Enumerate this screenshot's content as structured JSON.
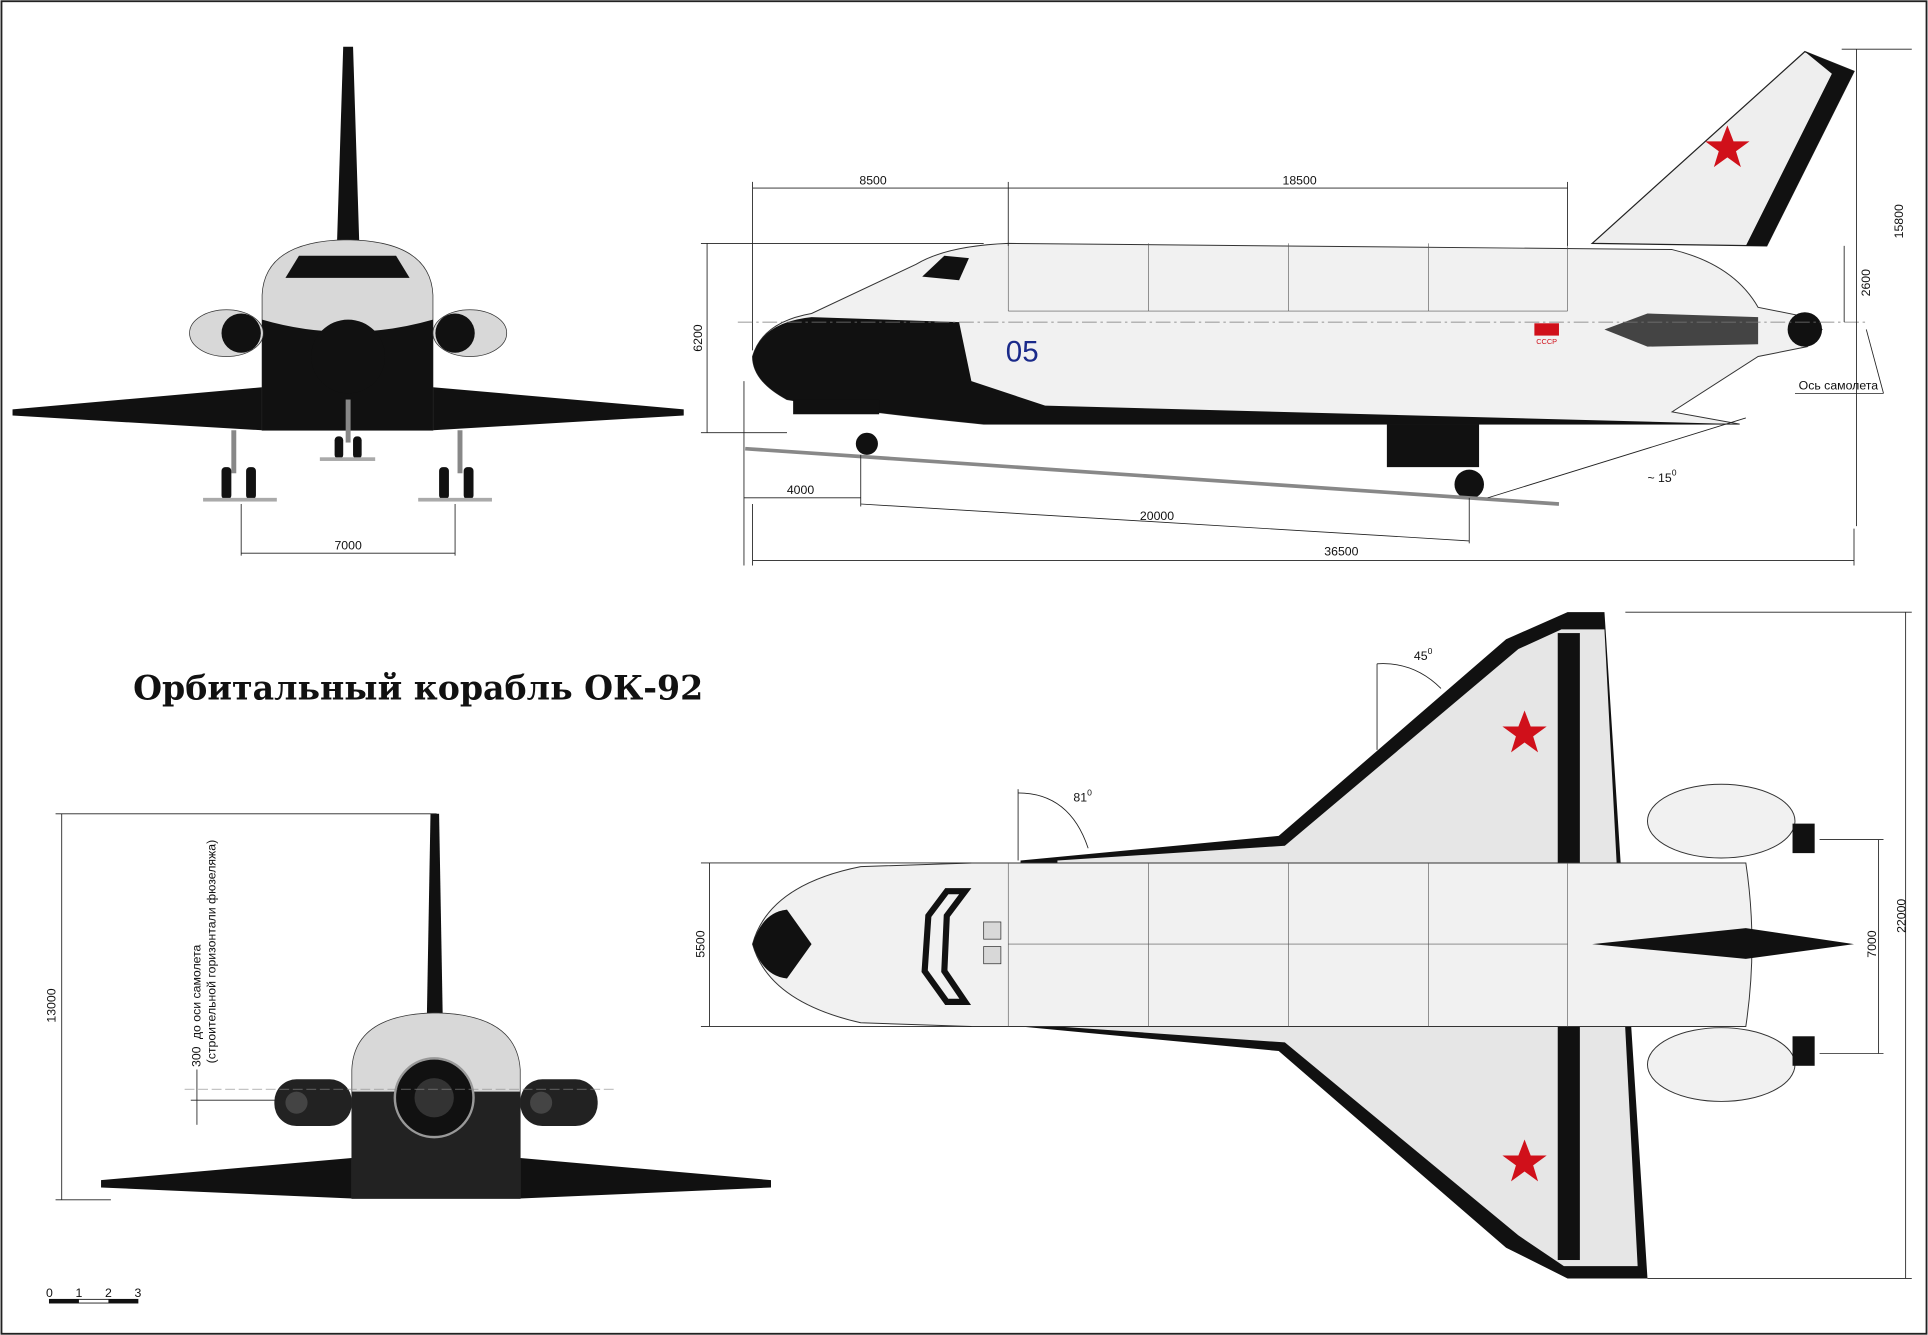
{
  "title": "Орбитальный корабль ОК-92",
  "side_view": {
    "dims": {
      "nose_section": "8500",
      "payload_bay": "18500",
      "total_height": "15800",
      "tail_offset": "2600",
      "fuselage_height": "6200",
      "nose_gear": "4000",
      "wheelbase": "20000",
      "length": "36500"
    },
    "axis_label": "Ось самолета",
    "angle": "~ 15",
    "degree": "0",
    "marking_number": "05",
    "marking_flag": "СССР"
  },
  "front_view": {
    "dims": {
      "track": "7000"
    }
  },
  "rear_view": {
    "dims": {
      "height": "13000",
      "offset": "300"
    },
    "note_line1": "до оси самолета",
    "note_line2": "(строительной горизонтали фюзеляжа)"
  },
  "top_view": {
    "dims": {
      "fuselage_width": "5500",
      "engine_spacing": "7000",
      "wingspan": "22000"
    },
    "angle_wing": "45",
    "angle_strake": "81",
    "degree": "0"
  },
  "scale_bar": {
    "labels": [
      "0",
      "1",
      "2",
      "3"
    ]
  },
  "colors": {
    "star": "#d0101a",
    "marking": "#1a2a8a"
  }
}
